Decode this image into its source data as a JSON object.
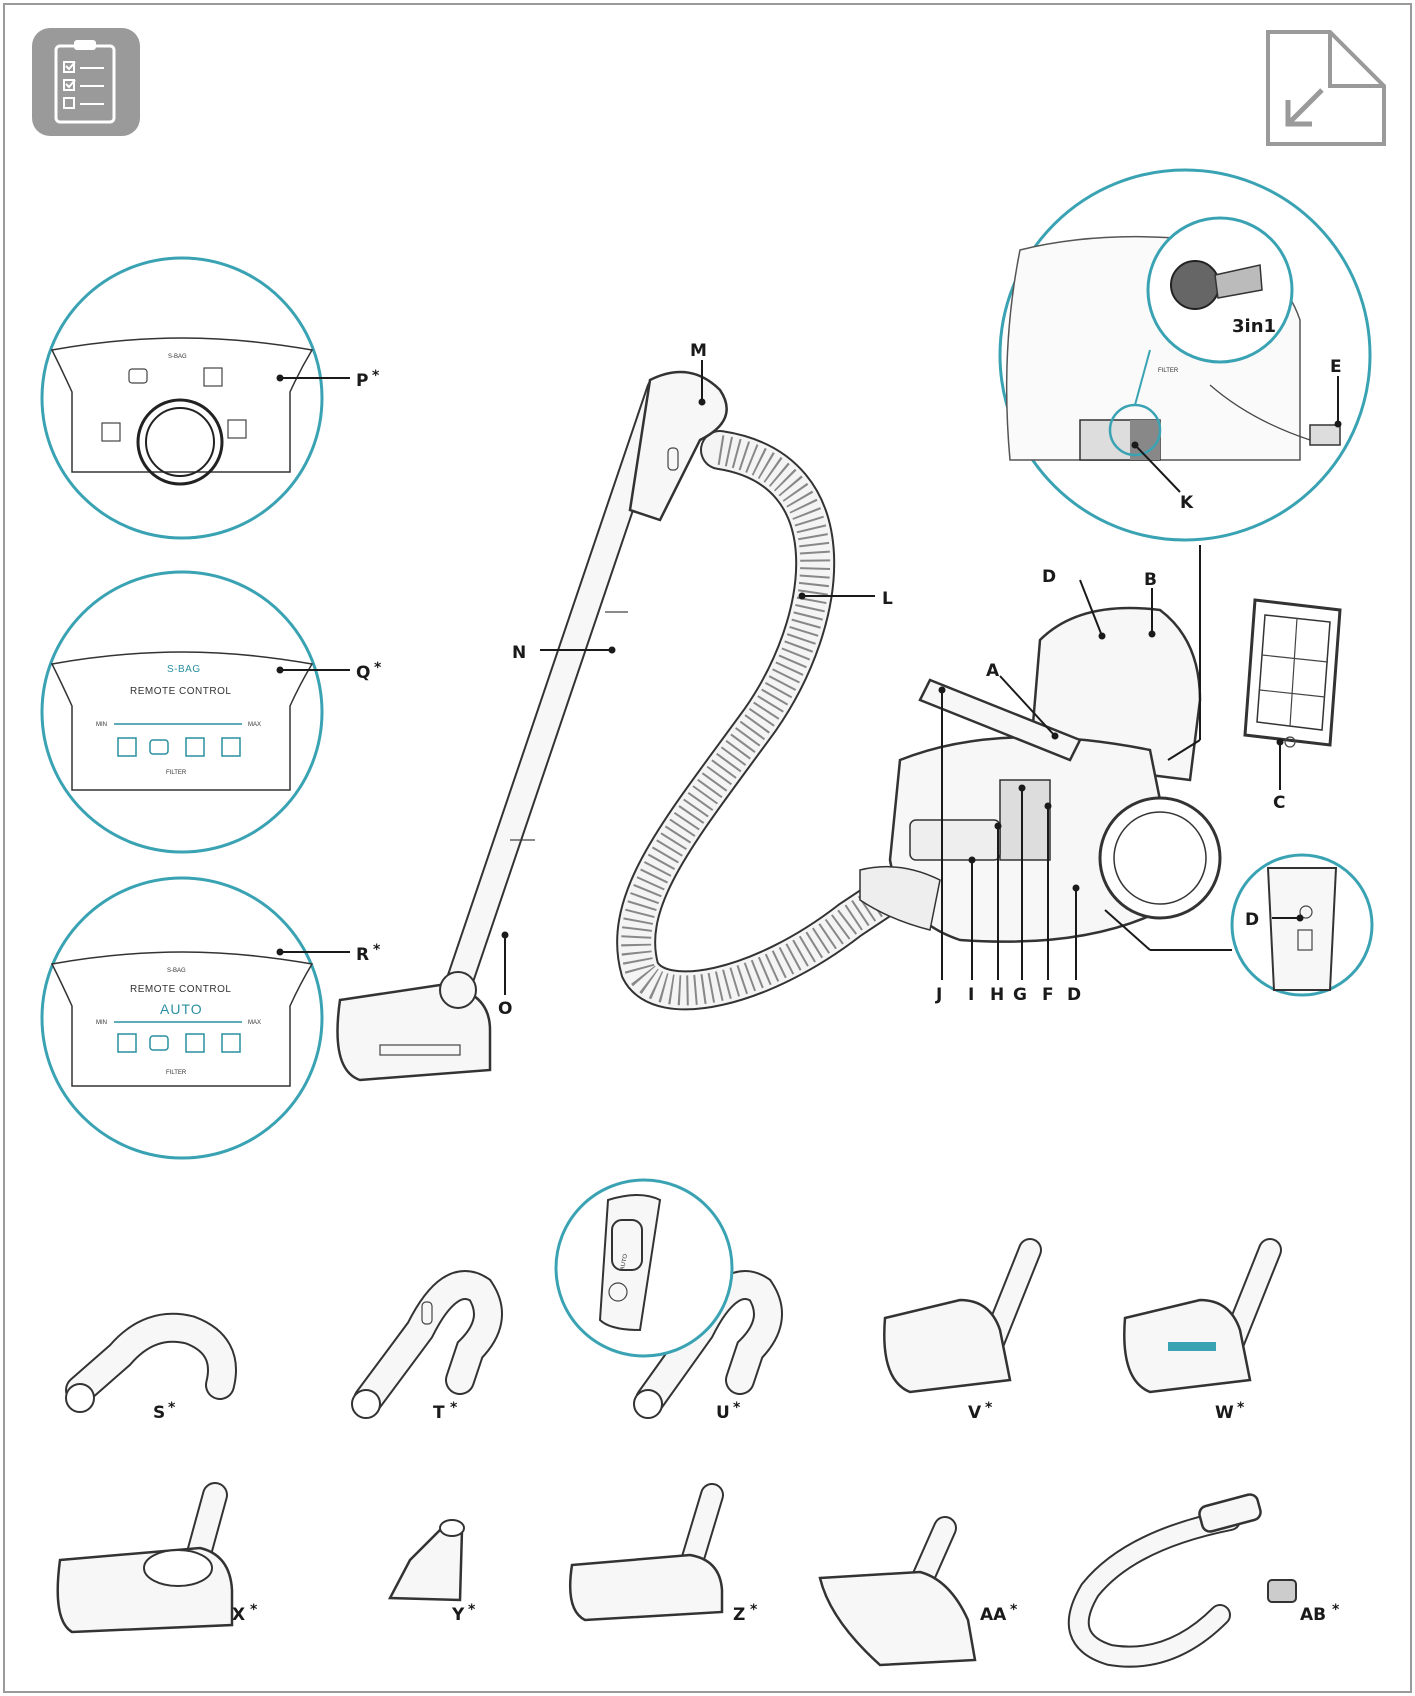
{
  "labels": {
    "P": "P",
    "Q": "Q",
    "R": "R",
    "M": "M",
    "N": "N",
    "O": "O",
    "L": "L",
    "A": "A",
    "B": "B",
    "C": "C",
    "D": "D",
    "E": "E",
    "F": "F",
    "G": "G",
    "H": "H",
    "I": "I",
    "J": "J",
    "K": "K",
    "S": "S",
    "T": "T",
    "U": "U",
    "V": "V",
    "W": "W",
    "X": "X",
    "Y": "Y",
    "Z": "Z",
    "AA": "AA",
    "AB": "AB",
    "asterisk": "*"
  },
  "inset_3in1": "3in1",
  "filter_text": "FILTER",
  "panel_P": {
    "sbag": "S-BAG"
  },
  "panel_Q": {
    "sbag": "S-BAG",
    "remote": "REMOTE CONTROL",
    "min": "MIN",
    "max": "MAX",
    "filter": "FILTER"
  },
  "panel_R": {
    "sbag": "S-BAG",
    "remote": "REMOTE CONTROL",
    "auto": "AUTO",
    "min": "MIN",
    "max": "MAX",
    "filter": "FILTER"
  },
  "handle_U": {
    "auto": "AUTO"
  },
  "colors": {
    "accent": "#3aa3b3",
    "icon_bg": "#9a9a9a",
    "line": "#1a1a1a"
  },
  "icons": {
    "top_left": "checklist-icon",
    "top_right": "document-arrow-icon"
  }
}
